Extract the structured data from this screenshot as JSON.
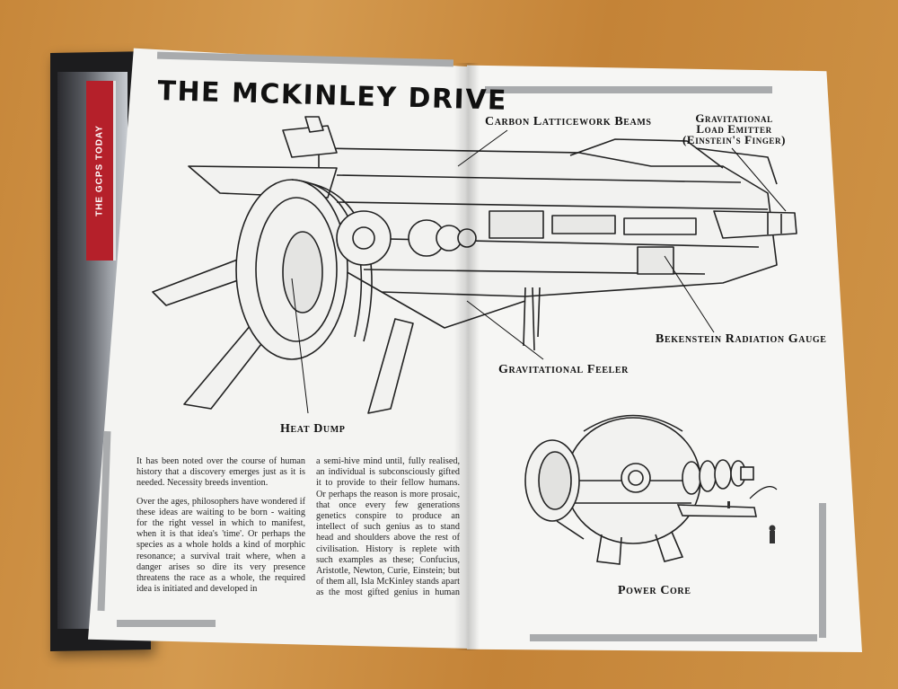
{
  "sidebar": {
    "tab_label": "THE GCPS TODAY"
  },
  "page": {
    "title": "THE MCKINLEY DRIVE",
    "labels": {
      "beams": "Carbon Latticework Beams",
      "emitter_line1": "Gravitational",
      "emitter_line2": "Load Emitter",
      "emitter_line3": "(Einstein's Finger)",
      "bekenstein": "Bekenstein Radiation Gauge",
      "feeler": "Gravitational Feeler",
      "heat_dump": "Heat Dump",
      "power_core": "Power Core"
    },
    "body": {
      "col1_p1": "It has been noted over the course of human history that a discovery emerges just as it is needed. Necessity breeds invention.",
      "col1_p2": "Over the ages, philosophers have wondered if these ideas are waiting to be born - waiting for the right vessel in which to manifest, when it is that idea's 'time'. Or perhaps the species as a whole holds a kind of morphic resonance; a survival trait where, when a danger arises so dire its very presence threatens the race as a whole, the required idea is initiated and developed in",
      "col2_p1": "a semi-hive mind until, fully realised, an individual is subconsciously gifted it to provide to their fellow humans. Or perhaps the reason is more prosaic, that once every few generations genetics conspire to produce an intellect of such genius as to stand head and shoulders above the rest of civilisation. History is replete with such examples as these; Confucius, Aristotle, Newton, Curie, Einstein; but of them all, Isla McKinley stands apart as the most gifted genius in human history."
    }
  }
}
